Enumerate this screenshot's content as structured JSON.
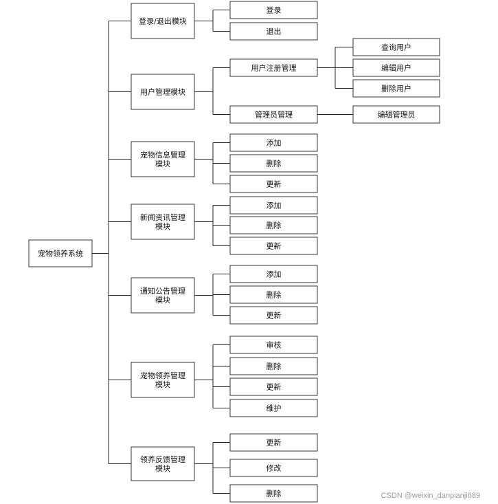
{
  "root": {
    "label": "宠物领养系统"
  },
  "modules": [
    {
      "label": [
        "登录/退出模块"
      ],
      "children": [
        {
          "label": "登录"
        },
        {
          "label": "退出"
        }
      ]
    },
    {
      "label": [
        "用户管理模块"
      ],
      "children": [
        {
          "label": "用户注册管理",
          "children": [
            {
              "label": "查询用户"
            },
            {
              "label": "编辑用户"
            },
            {
              "label": "删除用户"
            }
          ]
        },
        {
          "label": "管理员管理",
          "children": [
            {
              "label": "编辑管理员"
            }
          ]
        }
      ]
    },
    {
      "label": [
        "宠物信息管理",
        "模块"
      ],
      "children": [
        {
          "label": "添加"
        },
        {
          "label": "删除"
        },
        {
          "label": "更新"
        }
      ]
    },
    {
      "label": [
        "新闻资讯管理",
        "模块"
      ],
      "children": [
        {
          "label": "添加"
        },
        {
          "label": "删除"
        },
        {
          "label": "更新"
        }
      ]
    },
    {
      "label": [
        "通知公告管理",
        "模块"
      ],
      "children": [
        {
          "label": "添加"
        },
        {
          "label": "删除"
        },
        {
          "label": "更新"
        }
      ]
    },
    {
      "label": [
        "宠物领养管理",
        "模块"
      ],
      "children": [
        {
          "label": "审核"
        },
        {
          "label": "删除"
        },
        {
          "label": "更新"
        },
        {
          "label": "维护"
        }
      ]
    },
    {
      "label": [
        "领养反馈管理",
        "模块"
      ],
      "children": [
        {
          "label": "更新"
        },
        {
          "label": "修改"
        },
        {
          "label": "删除"
        }
      ]
    }
  ],
  "watermark": "CSDN @weixin_danpianji889"
}
